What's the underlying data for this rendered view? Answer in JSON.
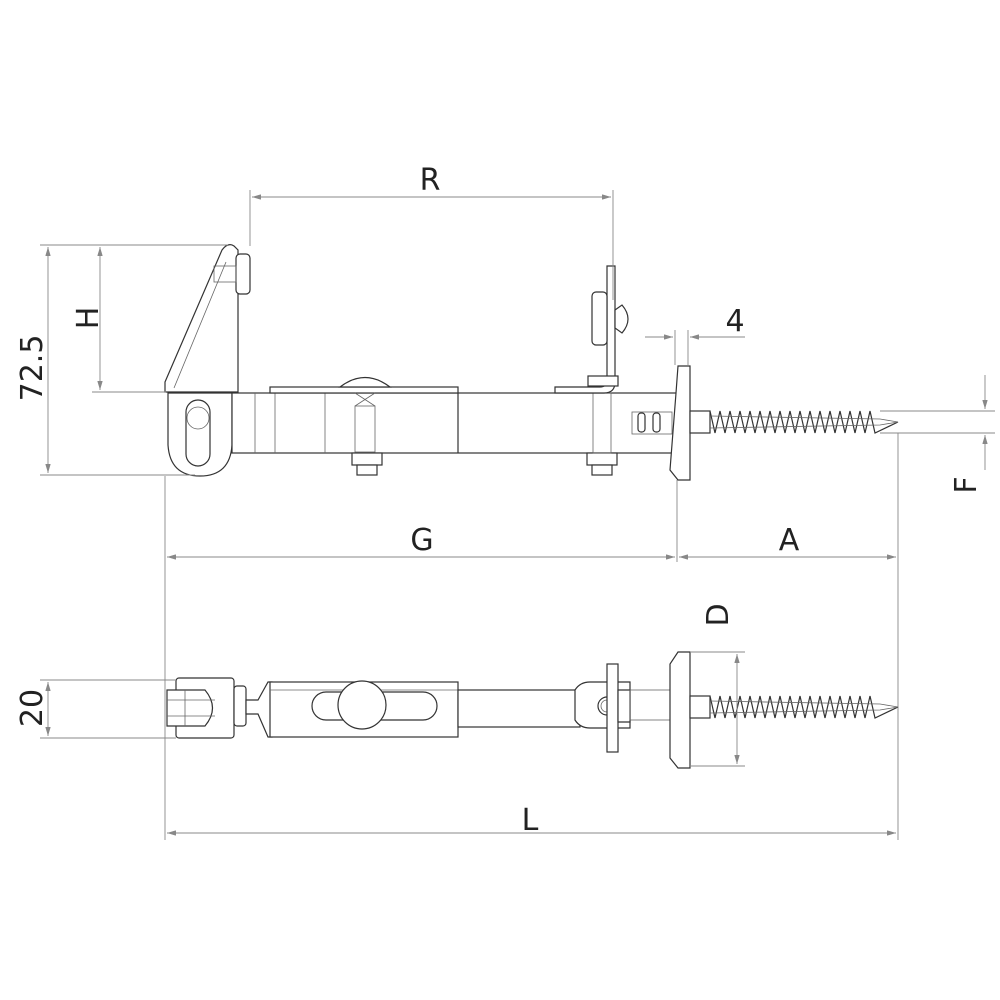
{
  "dimensions": {
    "R": "R",
    "H": "H",
    "height_total": "72.5",
    "gap": "4",
    "F": "F",
    "G": "G",
    "A": "A",
    "D": "D",
    "width": "20",
    "L": "L"
  },
  "colors": {
    "line": "#333333",
    "dimension": "#888888"
  }
}
